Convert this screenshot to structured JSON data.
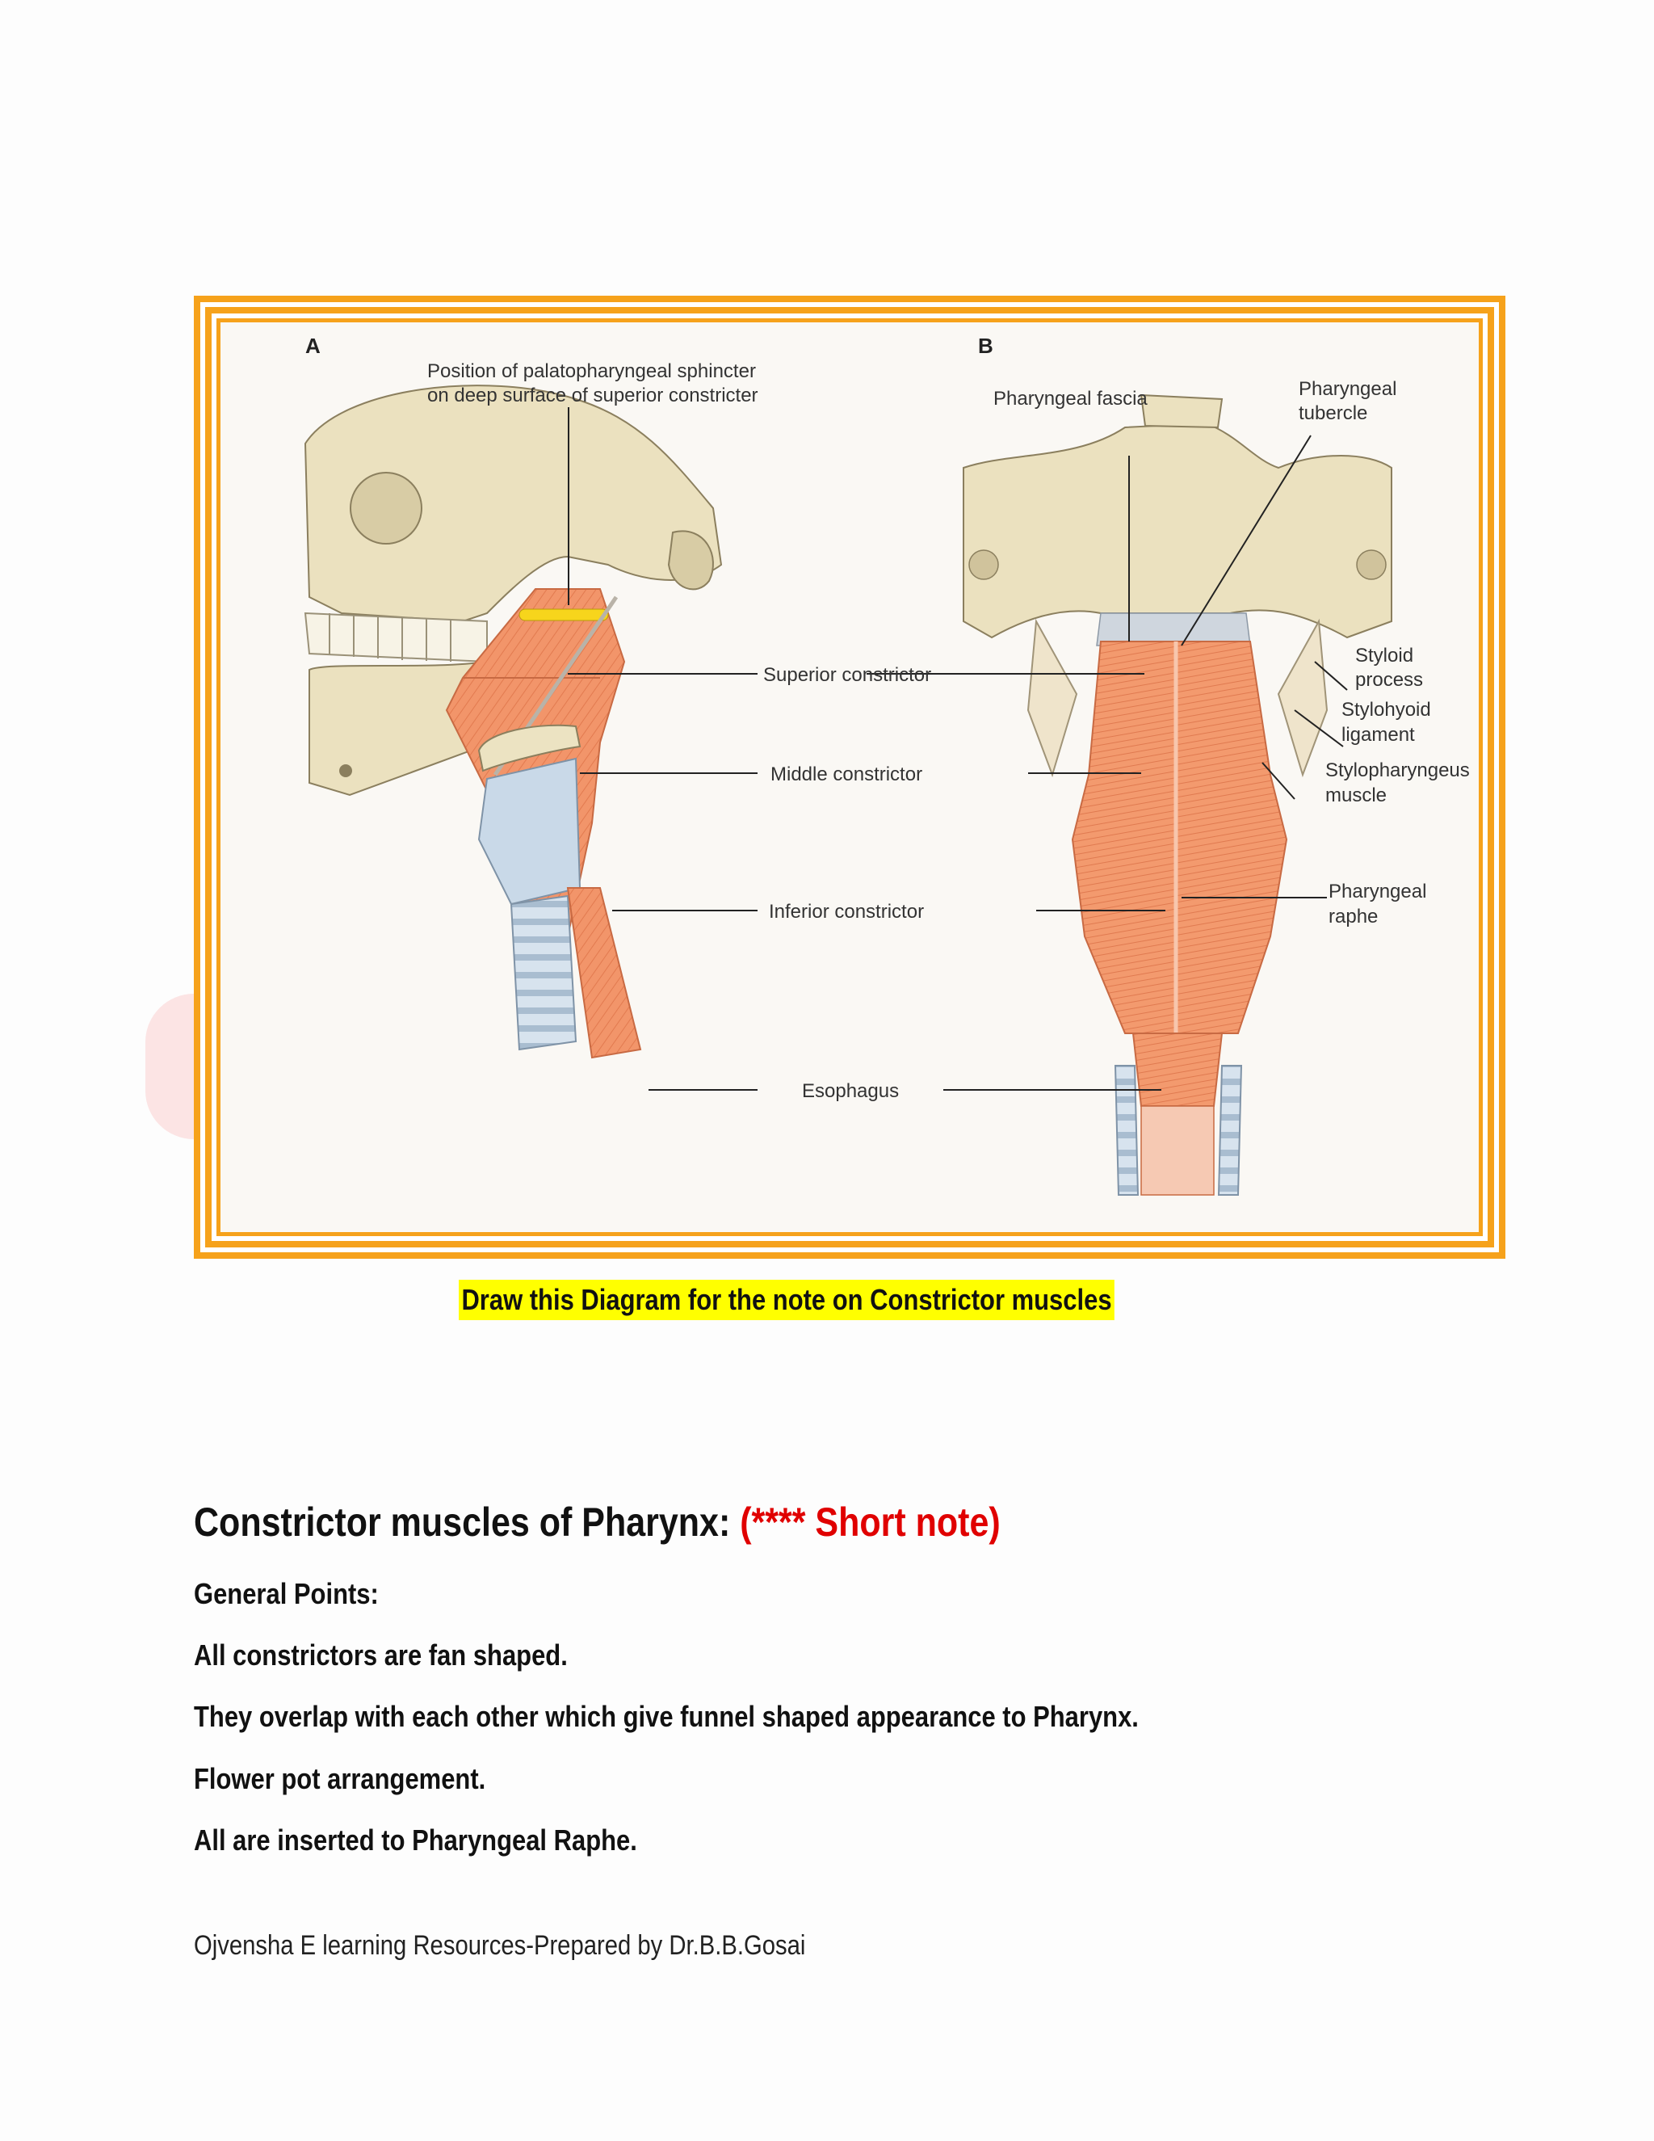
{
  "figure": {
    "panel_a_letter": "A",
    "panel_b_letter": "B",
    "label_sphincter_line1": "Position of palatopharyngeal sphincter",
    "label_sphincter_line2": "on deep surface of superior constricter",
    "label_superior": "Superior constrictor",
    "label_middle": "Middle constrictor",
    "label_inferior": "Inferior constrictor",
    "label_esophagus": "Esophagus",
    "label_fascia": "Pharyngeal fascia",
    "label_tubercle_line1": "Pharyngeal",
    "label_tubercle_line2": "tubercle",
    "label_styloid_line1": "Styloid",
    "label_styloid_line2": "process",
    "label_stylohyoid_line1": "Stylohyoid",
    "label_stylohyoid_line2": "ligament",
    "label_stylopharyngeus_line1": "Stylopharyngeus",
    "label_stylopharyngeus_line2": "muscle",
    "label_raphe_line1": "Pharyngeal",
    "label_raphe_line2": "raphe"
  },
  "caption": "Draw this Diagram for the note on Constrictor muscles",
  "heading": {
    "main": "Constrictor muscles of Pharynx: ",
    "accent": "(**** Short note)"
  },
  "points": [
    "General Points:",
    "All constrictors are fan shaped.",
    "They overlap with each other which give funnel shaped appearance to Pharynx.",
    "Flower pot arrangement.",
    "All are inserted to Pharyngeal Raphe."
  ],
  "footer": "Ojvensha E learning Resources-Prepared by Dr.B.B.Gosai",
  "colors": {
    "frame": "#f6a21b",
    "highlight": "#ffff00",
    "accent_red": "#e00000",
    "muscle": "#f08a5d",
    "bone": "#ece3c2",
    "cartilage": "#c9d9e8"
  }
}
